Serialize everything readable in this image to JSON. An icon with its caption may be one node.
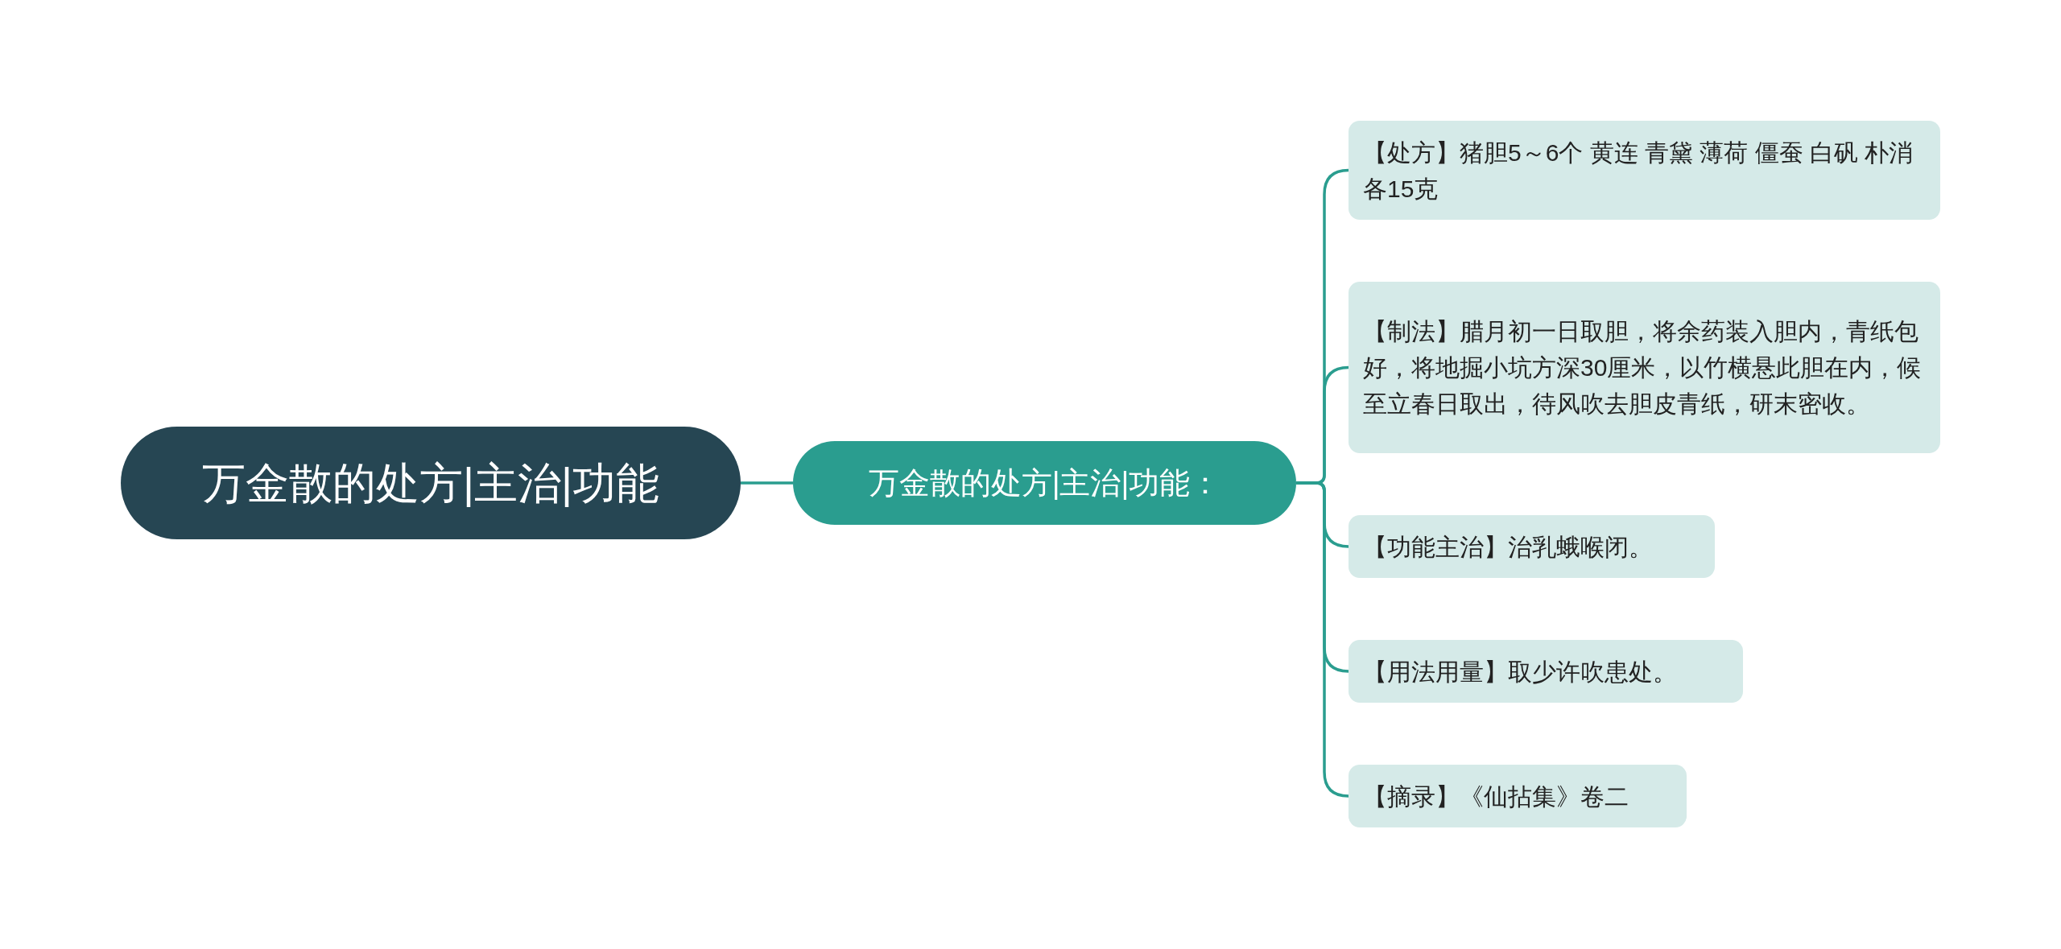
{
  "diagram": {
    "nodes": [
      {
        "text": [
          "万金散的处方|主治|功能"
        ]
      },
      {
        "text": [
          "万金散的处方|主治|功能："
        ]
      },
      {
        "text": [
          "【处方】猪胆5～6个 黄连 青黛 薄荷 僵蚕 白矾 朴消各15克"
        ]
      },
      {
        "text": [
          "【制法】腊月初一日取胆，将余药装入胆内，青纸包好，将地掘小坑方深30厘米，以竹横悬此胆在内，候至立春日取出，待风吹去胆皮青纸，研末密收。"
        ]
      },
      {
        "text": [
          "【功能主治】治乳蛾喉闭。"
        ]
      },
      {
        "text": [
          "【用法用量】取少许吹患处。"
        ]
      },
      {
        "text": [
          "【摘录】《仙拈集》卷二"
        ]
      }
    ],
    "edges": [
      {
        "from": 0,
        "to": 1,
        "arrow": "none"
      },
      {
        "from": 1,
        "to": 2,
        "arrow": "none"
      },
      {
        "from": 1,
        "to": 3,
        "arrow": "none"
      },
      {
        "from": 1,
        "to": 4,
        "arrow": "none"
      },
      {
        "from": 1,
        "to": 5,
        "arrow": "none"
      },
      {
        "from": 1,
        "to": 6,
        "arrow": "none"
      }
    ]
  }
}
